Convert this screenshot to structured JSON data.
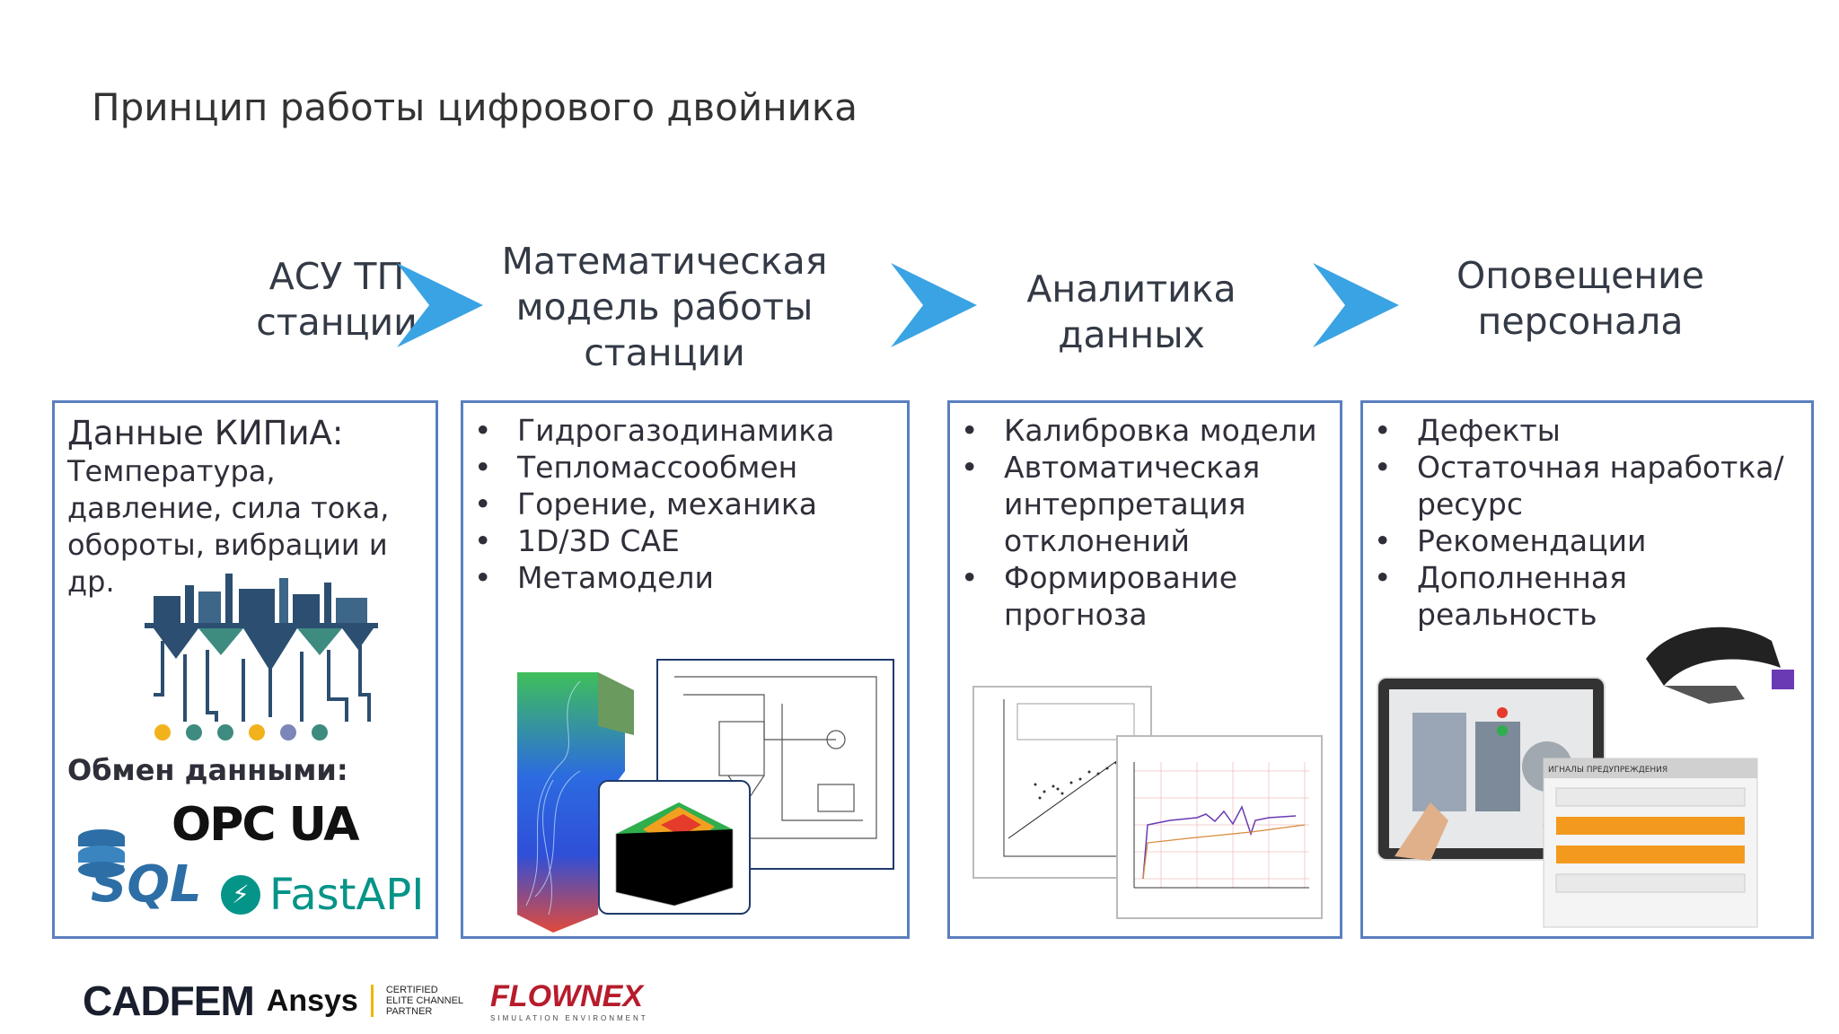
{
  "title": "Принцип работы цифрового двойника",
  "stages": [
    {
      "heading": [
        "АСУ ТП",
        "станции"
      ]
    },
    {
      "heading": [
        "Математическая",
        "модель работы",
        "станции"
      ]
    },
    {
      "heading": [
        "Аналитика",
        "данных"
      ]
    },
    {
      "heading": [
        "Оповещение",
        "персонала"
      ]
    }
  ],
  "panel1": {
    "heading": "Данные КИПиА:",
    "text": "Температура, давление, сила тока, обороты, вибрации и др.",
    "exchange_label": "Обмен данными:",
    "logos": {
      "opc": "OPC UA",
      "sql": "SQL",
      "fastapi": "FastAPI"
    }
  },
  "panel2": {
    "items": [
      "Гидрогазодинамика",
      "Тепломассообмен",
      "Горение, механика",
      "1D/3D CAE",
      "Метамодели"
    ]
  },
  "panel3": {
    "items": [
      "Калибровка модели",
      "Автоматическая интерпретация отклонений",
      "Формирование прогноза"
    ]
  },
  "panel4": {
    "items": [
      "Дефекты",
      "Остаточная наработка/ресурс",
      "Рекомендации",
      "Дополненная реальность"
    ],
    "alert_header": "ИГНАЛЫ ПРЕДУПРЕЖДЕНИЯ"
  },
  "footer": {
    "cadfem": "CADFEM",
    "ansys": "Ansys",
    "cert": [
      "CERTIFIED",
      "ELITE CHANNEL",
      "PARTNER"
    ],
    "flownex": "FLOWNEX",
    "flownex_sub": "SIMULATION ENVIRONMENT"
  },
  "colors": {
    "arrow": "#3aa3e3",
    "panel_border": "#5b7fbf",
    "fastapi": "#059488",
    "flownex": "#b71c2c",
    "alert_orange": "#f39a1e"
  }
}
